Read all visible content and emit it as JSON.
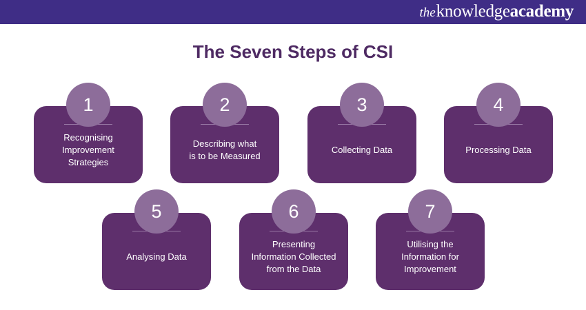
{
  "brand": {
    "logo_the": "the",
    "logo_knowledge": "knowledge",
    "logo_academy": "academy",
    "bar_color": "#3f2d86"
  },
  "title": "The Seven Steps of CSI",
  "colors": {
    "title": "#4e2a63",
    "card": "#5e2f6c",
    "badge": "#8d6d9a"
  },
  "steps": [
    {
      "number": "1",
      "lines": [
        "Recognising",
        "Improvement",
        "Strategies"
      ]
    },
    {
      "number": "2",
      "lines": [
        "Describing what",
        "is to be Measured"
      ]
    },
    {
      "number": "3",
      "lines": [
        "Collecting Data"
      ]
    },
    {
      "number": "4",
      "lines": [
        "Processing Data"
      ]
    },
    {
      "number": "5",
      "lines": [
        "Analysing Data"
      ]
    },
    {
      "number": "6",
      "lines": [
        "Presenting",
        "Information Collected",
        "from the Data"
      ]
    },
    {
      "number": "7",
      "lines": [
        "Utilising the",
        "Information for",
        "Improvement"
      ]
    }
  ]
}
